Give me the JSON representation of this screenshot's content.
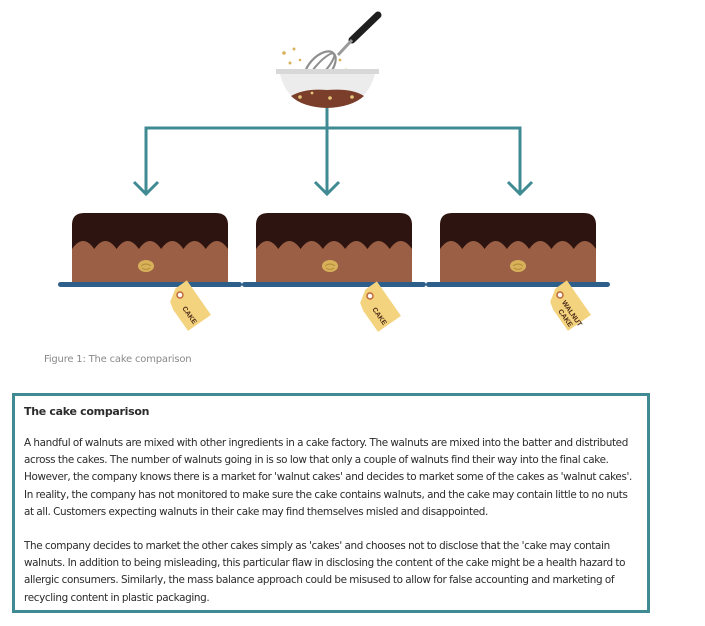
{
  "figure": {
    "caption": "Figure 1: The cake comparison",
    "tags": [
      "CAKE",
      "CAKE",
      "WALNUT CAKE"
    ],
    "colors": {
      "arrow": "#3f8a93",
      "chocolate": "#2e1410",
      "sponge": "#9a5f44",
      "plate": "#2d5f8a",
      "tag": "#f4d37e",
      "walnut": "#d9b15a",
      "bowl": "#ececec"
    },
    "icons": [
      "whisk-icon",
      "mixing-bowl-icon",
      "walnut-icon",
      "price-tag-icon"
    ]
  },
  "box": {
    "title": "The cake comparison",
    "paragraphs": [
      "A handful of walnuts are mixed with other ingredients in a cake factory. The walnuts are mixed into the batter and distributed across the cakes. The number of walnuts going in is so low that only a couple of walnuts find their way into the final cake. However, the company knows there is a market for 'walnut cakes' and decides to market some of the cakes as 'walnut cakes'. In reality, the company has not monitored to make sure the cake contains walnuts, and the cake may contain little to no nuts at all. Customers expecting walnuts in their cake may find themselves misled and disappointed.",
      "The company decides to market the other cakes simply  as 'cakes' and chooses not to disclose that the 'cake may contain walnuts. In addition to being misleading, this particular flaw in disclosing the content of the cake might be a health hazard to allergic consumers. Similarly, the mass balance approach could be misused to allow for false accounting and marketing of recycling content in plastic packaging."
    ]
  }
}
